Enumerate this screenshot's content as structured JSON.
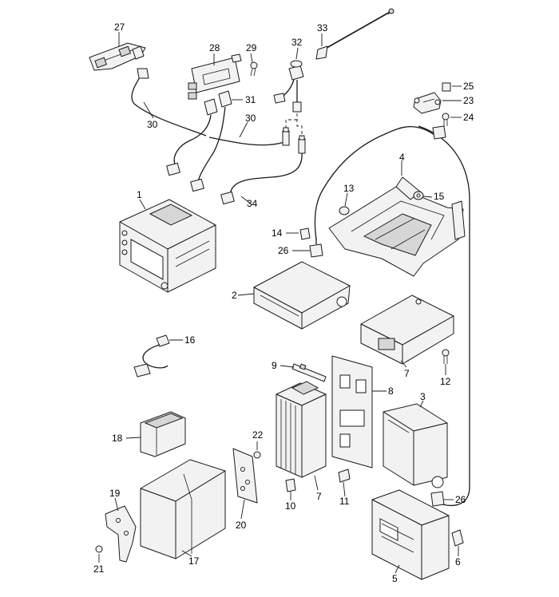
{
  "diagram": {
    "callouts": [
      {
        "id": "c1",
        "label": "1"
      },
      {
        "id": "c2",
        "label": "2"
      },
      {
        "id": "c3",
        "label": "3"
      },
      {
        "id": "c4",
        "label": "4"
      },
      {
        "id": "c5",
        "label": "5"
      },
      {
        "id": "c6",
        "label": "6"
      },
      {
        "id": "c7a",
        "label": "7"
      },
      {
        "id": "c7b",
        "label": "7"
      },
      {
        "id": "c8",
        "label": "8"
      },
      {
        "id": "c9",
        "label": "9"
      },
      {
        "id": "c10",
        "label": "10"
      },
      {
        "id": "c11",
        "label": "11"
      },
      {
        "id": "c12",
        "label": "12"
      },
      {
        "id": "c13",
        "label": "13"
      },
      {
        "id": "c14",
        "label": "14"
      },
      {
        "id": "c15",
        "label": "15"
      },
      {
        "id": "c16",
        "label": "16"
      },
      {
        "id": "c17",
        "label": "17"
      },
      {
        "id": "c18",
        "label": "18"
      },
      {
        "id": "c19",
        "label": "19"
      },
      {
        "id": "c20",
        "label": "20"
      },
      {
        "id": "c21",
        "label": "21"
      },
      {
        "id": "c22",
        "label": "22"
      },
      {
        "id": "c23",
        "label": "23"
      },
      {
        "id": "c24",
        "label": "24"
      },
      {
        "id": "c25",
        "label": "25"
      },
      {
        "id": "c26a",
        "label": "26"
      },
      {
        "id": "c26b",
        "label": "26"
      },
      {
        "id": "c27",
        "label": "27"
      },
      {
        "id": "c28",
        "label": "28"
      },
      {
        "id": "c29",
        "label": "29"
      },
      {
        "id": "c30a",
        "label": "30"
      },
      {
        "id": "c30b",
        "label": "30"
      },
      {
        "id": "c31",
        "label": "31"
      },
      {
        "id": "c32",
        "label": "32"
      },
      {
        "id": "c33",
        "label": "33"
      },
      {
        "id": "c34",
        "label": "34"
      }
    ]
  }
}
